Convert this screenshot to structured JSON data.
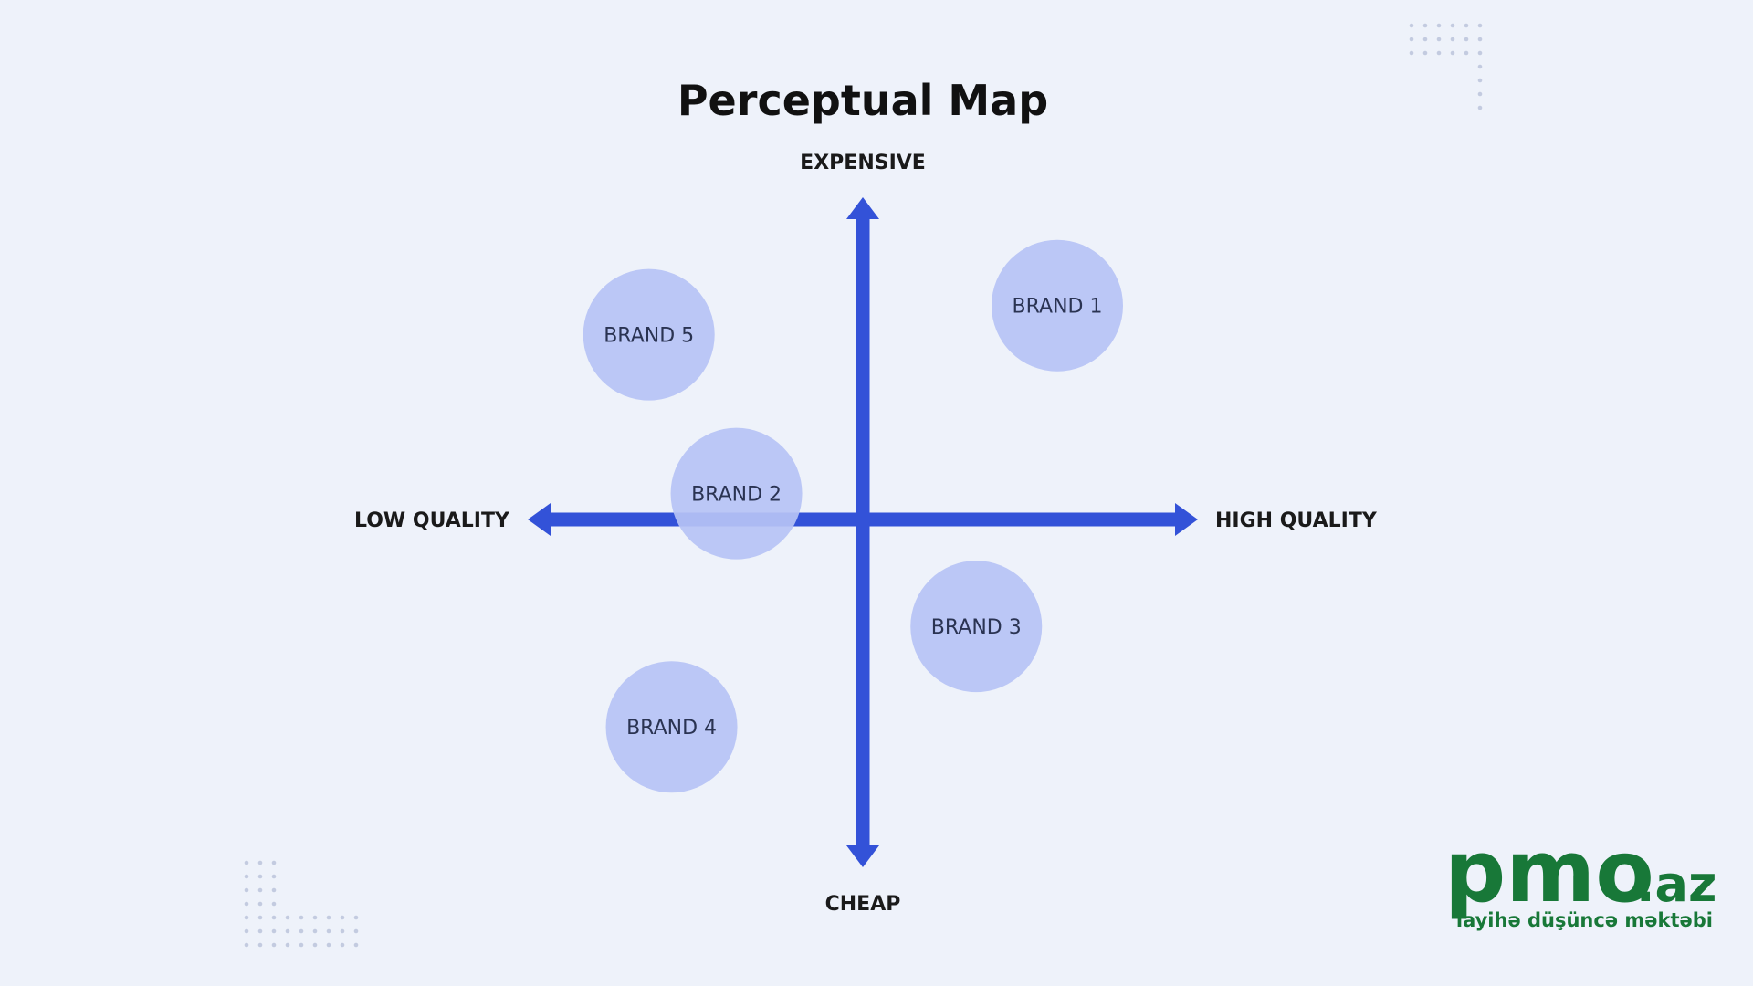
{
  "title": "Perceptual Map",
  "axes": {
    "top": "EXPENSIVE",
    "bottom": "CHEAP",
    "left": "LOW QUALITY",
    "right": "HIGH QUALITY"
  },
  "brands": [
    {
      "label": "BRAND 1",
      "quality": 0.6,
      "price": 0.66
    },
    {
      "label": "BRAND 5",
      "quality": -0.66,
      "price": 0.57
    },
    {
      "label": "BRAND 2",
      "quality": -0.39,
      "price": 0.08
    },
    {
      "label": "BRAND 3",
      "quality": 0.35,
      "price": -0.33
    },
    {
      "label": "BRAND 4",
      "quality": -0.59,
      "price": -0.64
    }
  ],
  "logo": {
    "word": "pmo",
    "suffix": ".az",
    "tagline": "layihə düşüncə məktəbi"
  },
  "colors": {
    "background": "#eef2fa",
    "axis": "#3352d8",
    "bubble": "#b6c3f5",
    "logo": "#187838",
    "dots": "#c3cbe0"
  }
}
